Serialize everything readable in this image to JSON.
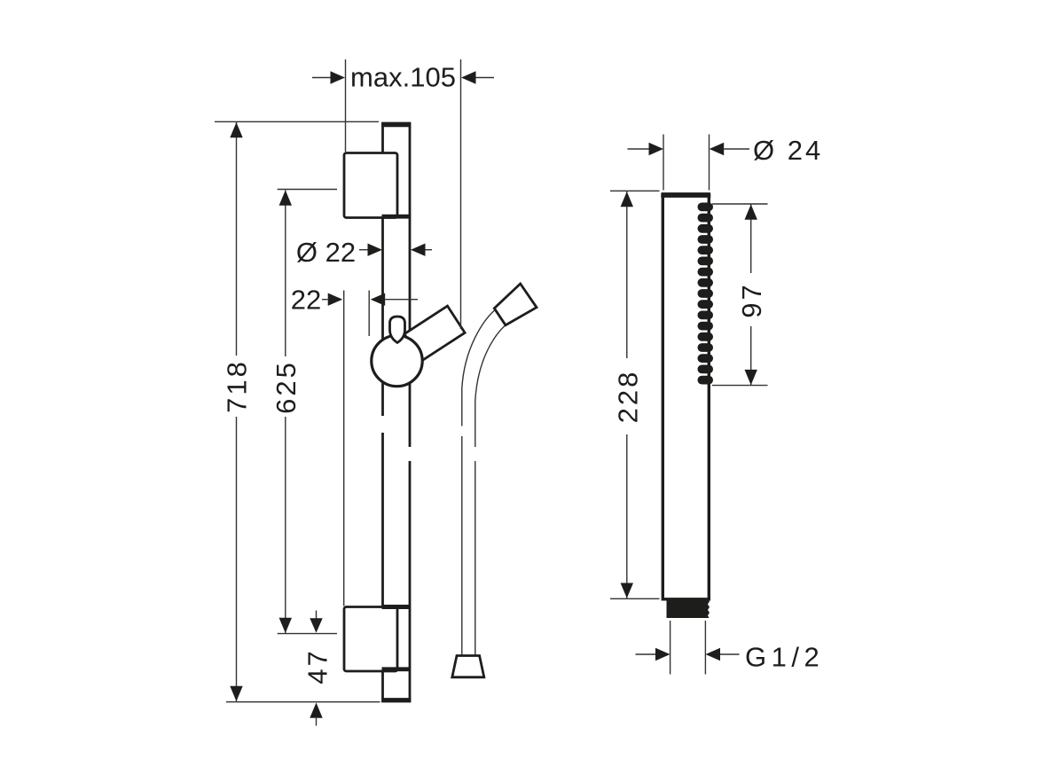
{
  "drawing_title": "shower-set-technical-drawing",
  "colors": {
    "line": "#1d1d1b",
    "background": "#ffffff"
  },
  "left": {
    "label": "wall-bar-with-slider-and-hose",
    "dims": {
      "wall_offset": "max.105",
      "total_height": "718",
      "bracket_spacing": "625",
      "bar_diameter": "Ø 22",
      "slider_offset": "22",
      "bottom_offset": "47"
    }
  },
  "right": {
    "label": "hand-shower",
    "nozzle_count": 17,
    "dims": {
      "diameter": "Ø 24",
      "length": "228",
      "spray_zone": "97",
      "thread": "G1/2"
    }
  }
}
